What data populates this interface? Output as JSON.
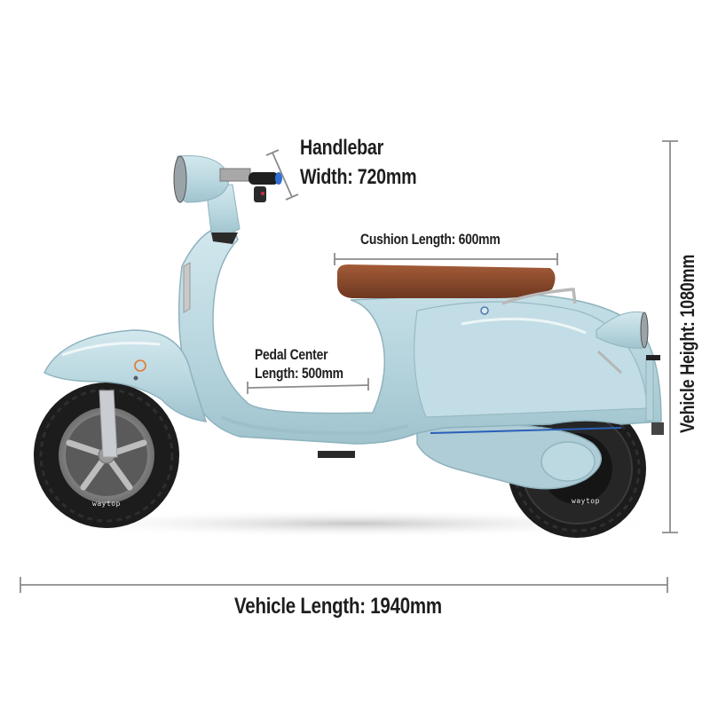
{
  "product": {
    "subject": "Retro electric scooter, light blue, side view",
    "body_color": "#b9d7df",
    "seat_color": "#8a4a2c",
    "tire_color": "#1c1c1c",
    "brand_mark": "waytop"
  },
  "dimensions": {
    "handlebar": {
      "line1": "Handlebar",
      "line2": "Width: 720mm",
      "value_mm": 720
    },
    "cushion": {
      "label": "Cushion Length: 600mm",
      "value_mm": 600
    },
    "pedal": {
      "line1": "Pedal Center",
      "line2": "Length: 500mm",
      "value_mm": 500
    },
    "height": {
      "label": "Vehicle Height: 1080mm",
      "value_mm": 1080
    },
    "length": {
      "label": "Vehicle Length: 1940mm",
      "value_mm": 1940
    }
  },
  "wheels": {
    "front_brand": "waytop",
    "rear_brand": "waytop"
  },
  "colors": {
    "background": "#ffffff",
    "dimension_line": "#8c8c8c",
    "text": "#1e1e1e"
  }
}
